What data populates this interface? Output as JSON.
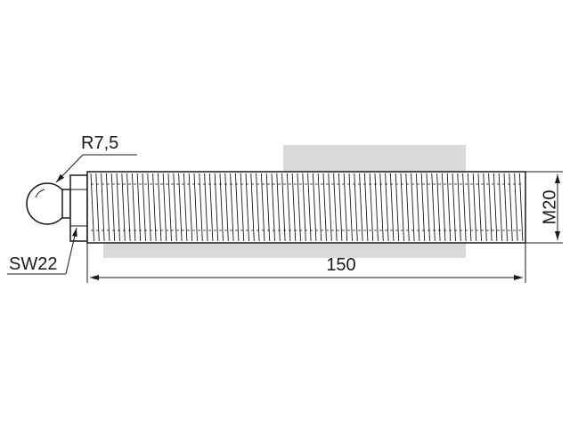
{
  "labels": {
    "radius": "R7,5",
    "wrench_size": "SW22",
    "length": "150",
    "thread": "M20"
  },
  "colors": {
    "line": "#1a1a1a",
    "watermark": "#d9d9d9",
    "background": "#ffffff"
  }
}
